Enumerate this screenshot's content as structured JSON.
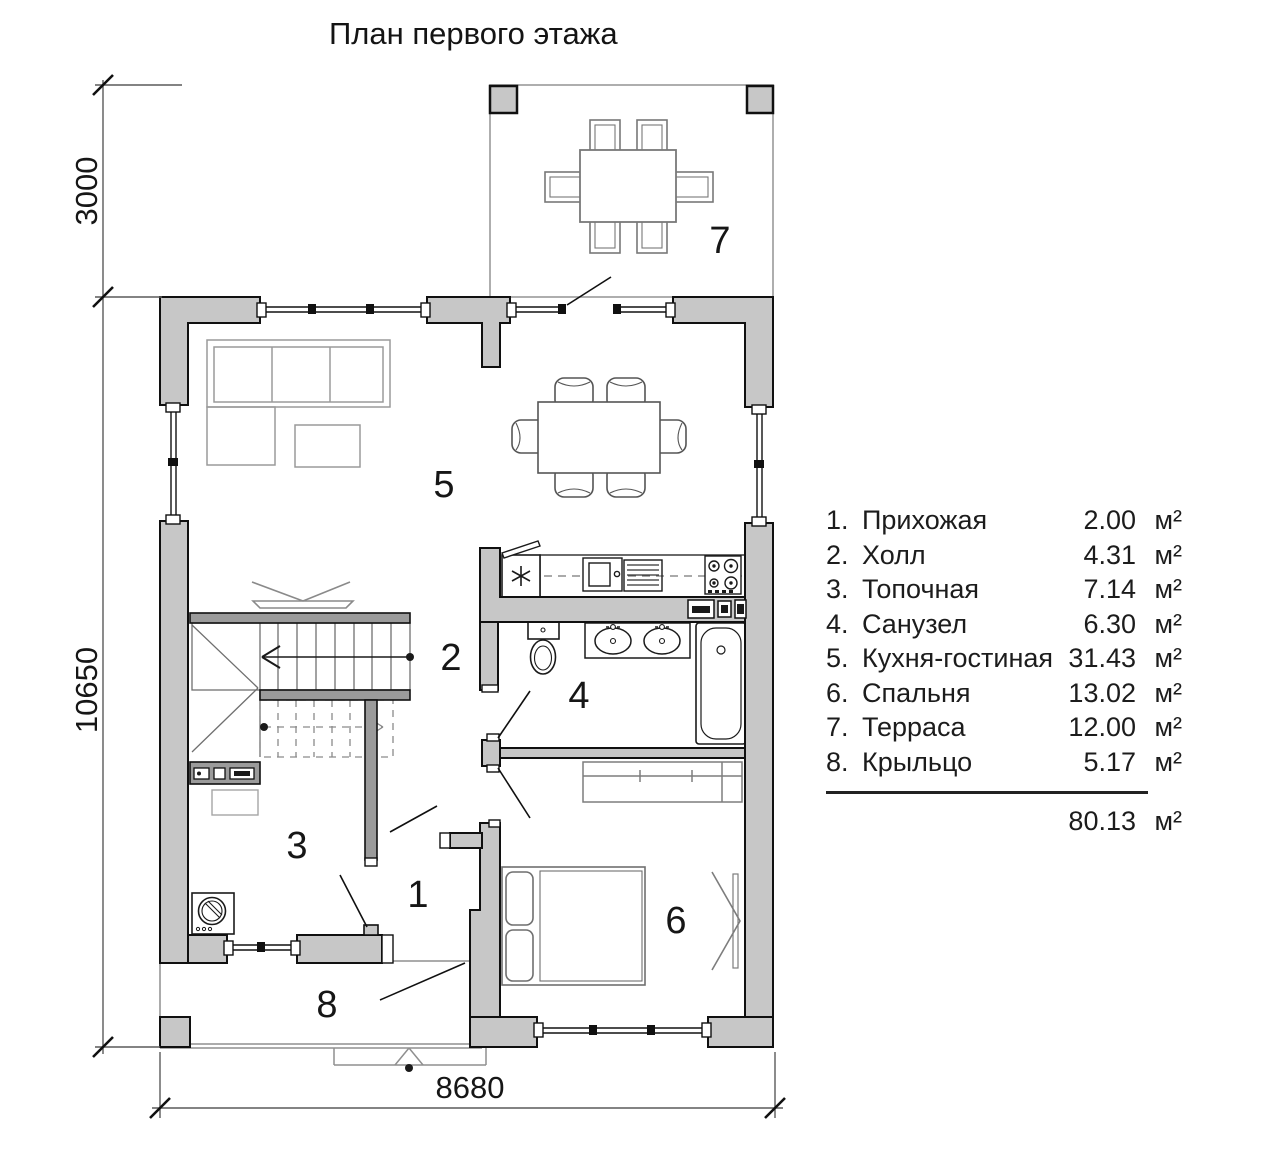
{
  "title": "План первого этажа",
  "unit": "м²",
  "dims": {
    "terrace_depth": "3000",
    "house_depth": "10650",
    "house_width": "8680"
  },
  "total": {
    "area": "80.13"
  },
  "rooms": [
    {
      "id": "1",
      "num": "1.",
      "name": "Прихожая",
      "area": "2.00"
    },
    {
      "id": "2",
      "num": "2.",
      "name": "Холл",
      "area": "4.31"
    },
    {
      "id": "3",
      "num": "3.",
      "name": "Топочная",
      "area": "7.14"
    },
    {
      "id": "4",
      "num": "4.",
      "name": "Санузел",
      "area": "6.30"
    },
    {
      "id": "5",
      "num": "5.",
      "name": "Кухня-гостиная",
      "area": "31.43"
    },
    {
      "id": "6",
      "num": "6.",
      "name": "Спальня",
      "area": "13.02"
    },
    {
      "id": "7",
      "num": "7.",
      "name": "Терраса",
      "area": "12.00"
    },
    {
      "id": "8",
      "num": "8.",
      "name": "Крыльцо",
      "area": "5.17"
    }
  ],
  "colors": {
    "wall_fill": "#c7c7c7",
    "line": "#101010",
    "thin_line": "#8f8f8f"
  }
}
